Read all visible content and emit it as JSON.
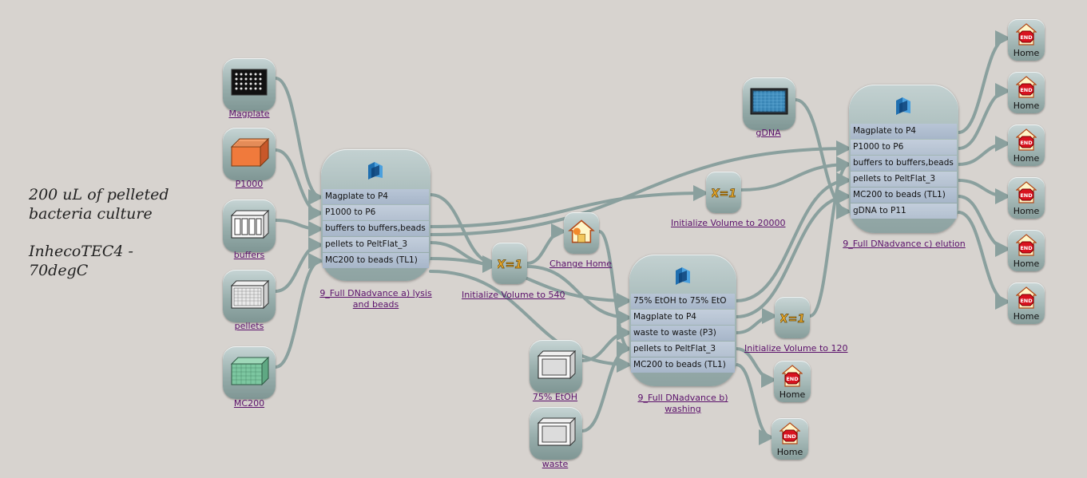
{
  "notes": {
    "line1": "200 uL of pelleted",
    "line2": "bacteria culture",
    "line3": "InhecoTEC4 -",
    "line4": "70degC"
  },
  "labware": {
    "magplate": "Magplate",
    "p1000": "P1000",
    "buffers": "buffers",
    "pellets": "pellets",
    "mc200": "MC200",
    "gdna": "gDNA",
    "etoh": "75% EtOH",
    "waste": "waste"
  },
  "methods": {
    "a": {
      "title_line1": "9_Full DNadvance a) lysis",
      "title_line2": "and beads",
      "rows": [
        "Magplate to P4",
        "P1000 to P6",
        "buffers to buffers,beads",
        "pellets to PeltFlat_3",
        "MC200 to beads (TL1)"
      ]
    },
    "b": {
      "title_line1": "9_Full DNadvance b)",
      "title_line2": "washing",
      "rows": [
        "75% EtOH to 75% EtO",
        "Magplate to P4",
        "waste to waste (P3)",
        "pellets to PeltFlat_3",
        "MC200 to beads (TL1)"
      ]
    },
    "c": {
      "title_line1": "9_Full DNadvance c) elution",
      "rows": [
        "Magplate to P4",
        "P1000 to P6",
        "buffers to buffers,beads",
        "pellets to PeltFlat_3",
        "MC200 to beads (TL1)",
        "gDNA to P11"
      ]
    }
  },
  "variables": {
    "v540": "Initialize Volume to 540",
    "v20000": "Initialize Volume to 20000",
    "v120": "Initialize Volume to 120",
    "icon_text": "X=1"
  },
  "change_home": "Change Home",
  "end": {
    "label": "Home",
    "sign": "END"
  },
  "colors": {
    "background": "#d7d3cf",
    "link": "#5b116b",
    "wire": "#8aa09e",
    "tile": "#a3b7b6",
    "row": "#b3c0d0"
  }
}
